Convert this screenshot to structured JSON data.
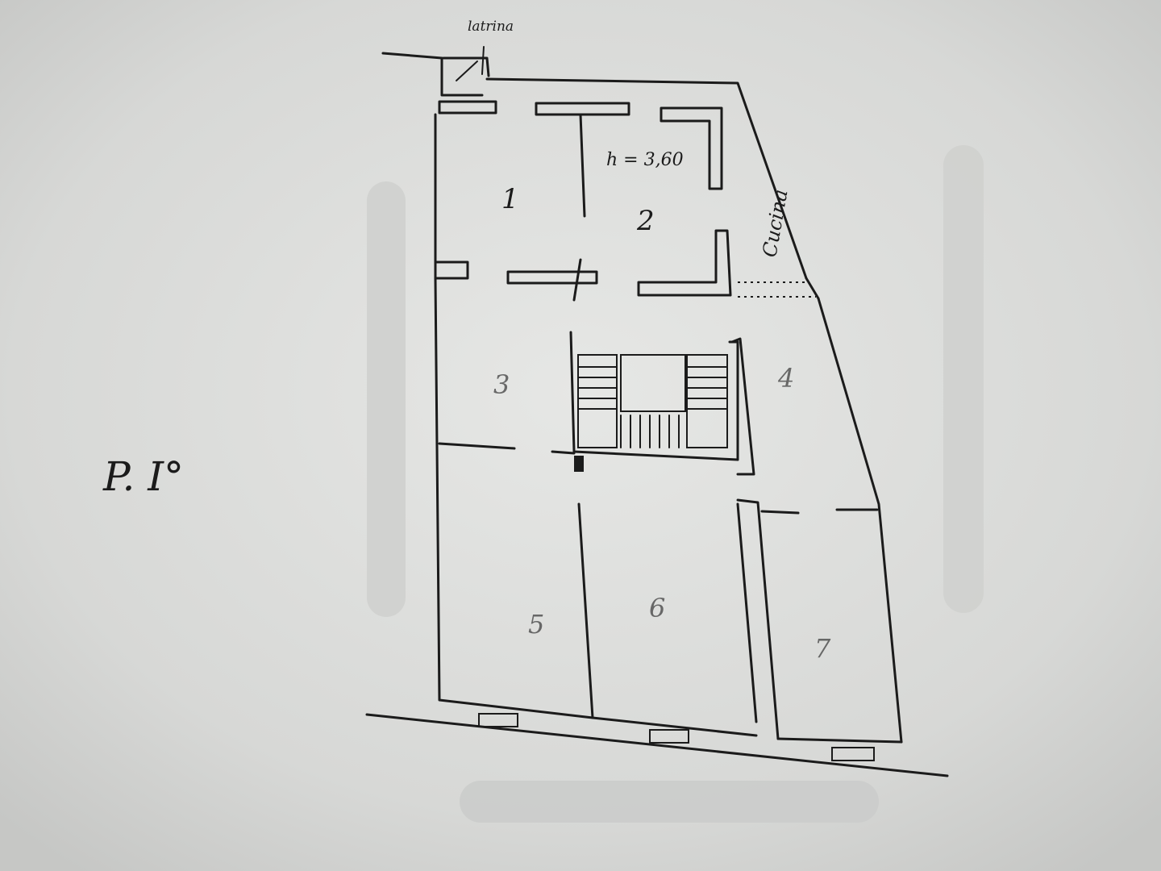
{
  "plan": {
    "floor_label": "P. I°",
    "latrine_label": "latrina",
    "kitchen_label": "Cucina",
    "height_label": "h = 3,60",
    "rooms": [
      "1",
      "2",
      "3",
      "4",
      "5",
      "6",
      "7"
    ]
  },
  "colors": {
    "paper": "#d9dad8",
    "ink": "#1b1b1b"
  }
}
